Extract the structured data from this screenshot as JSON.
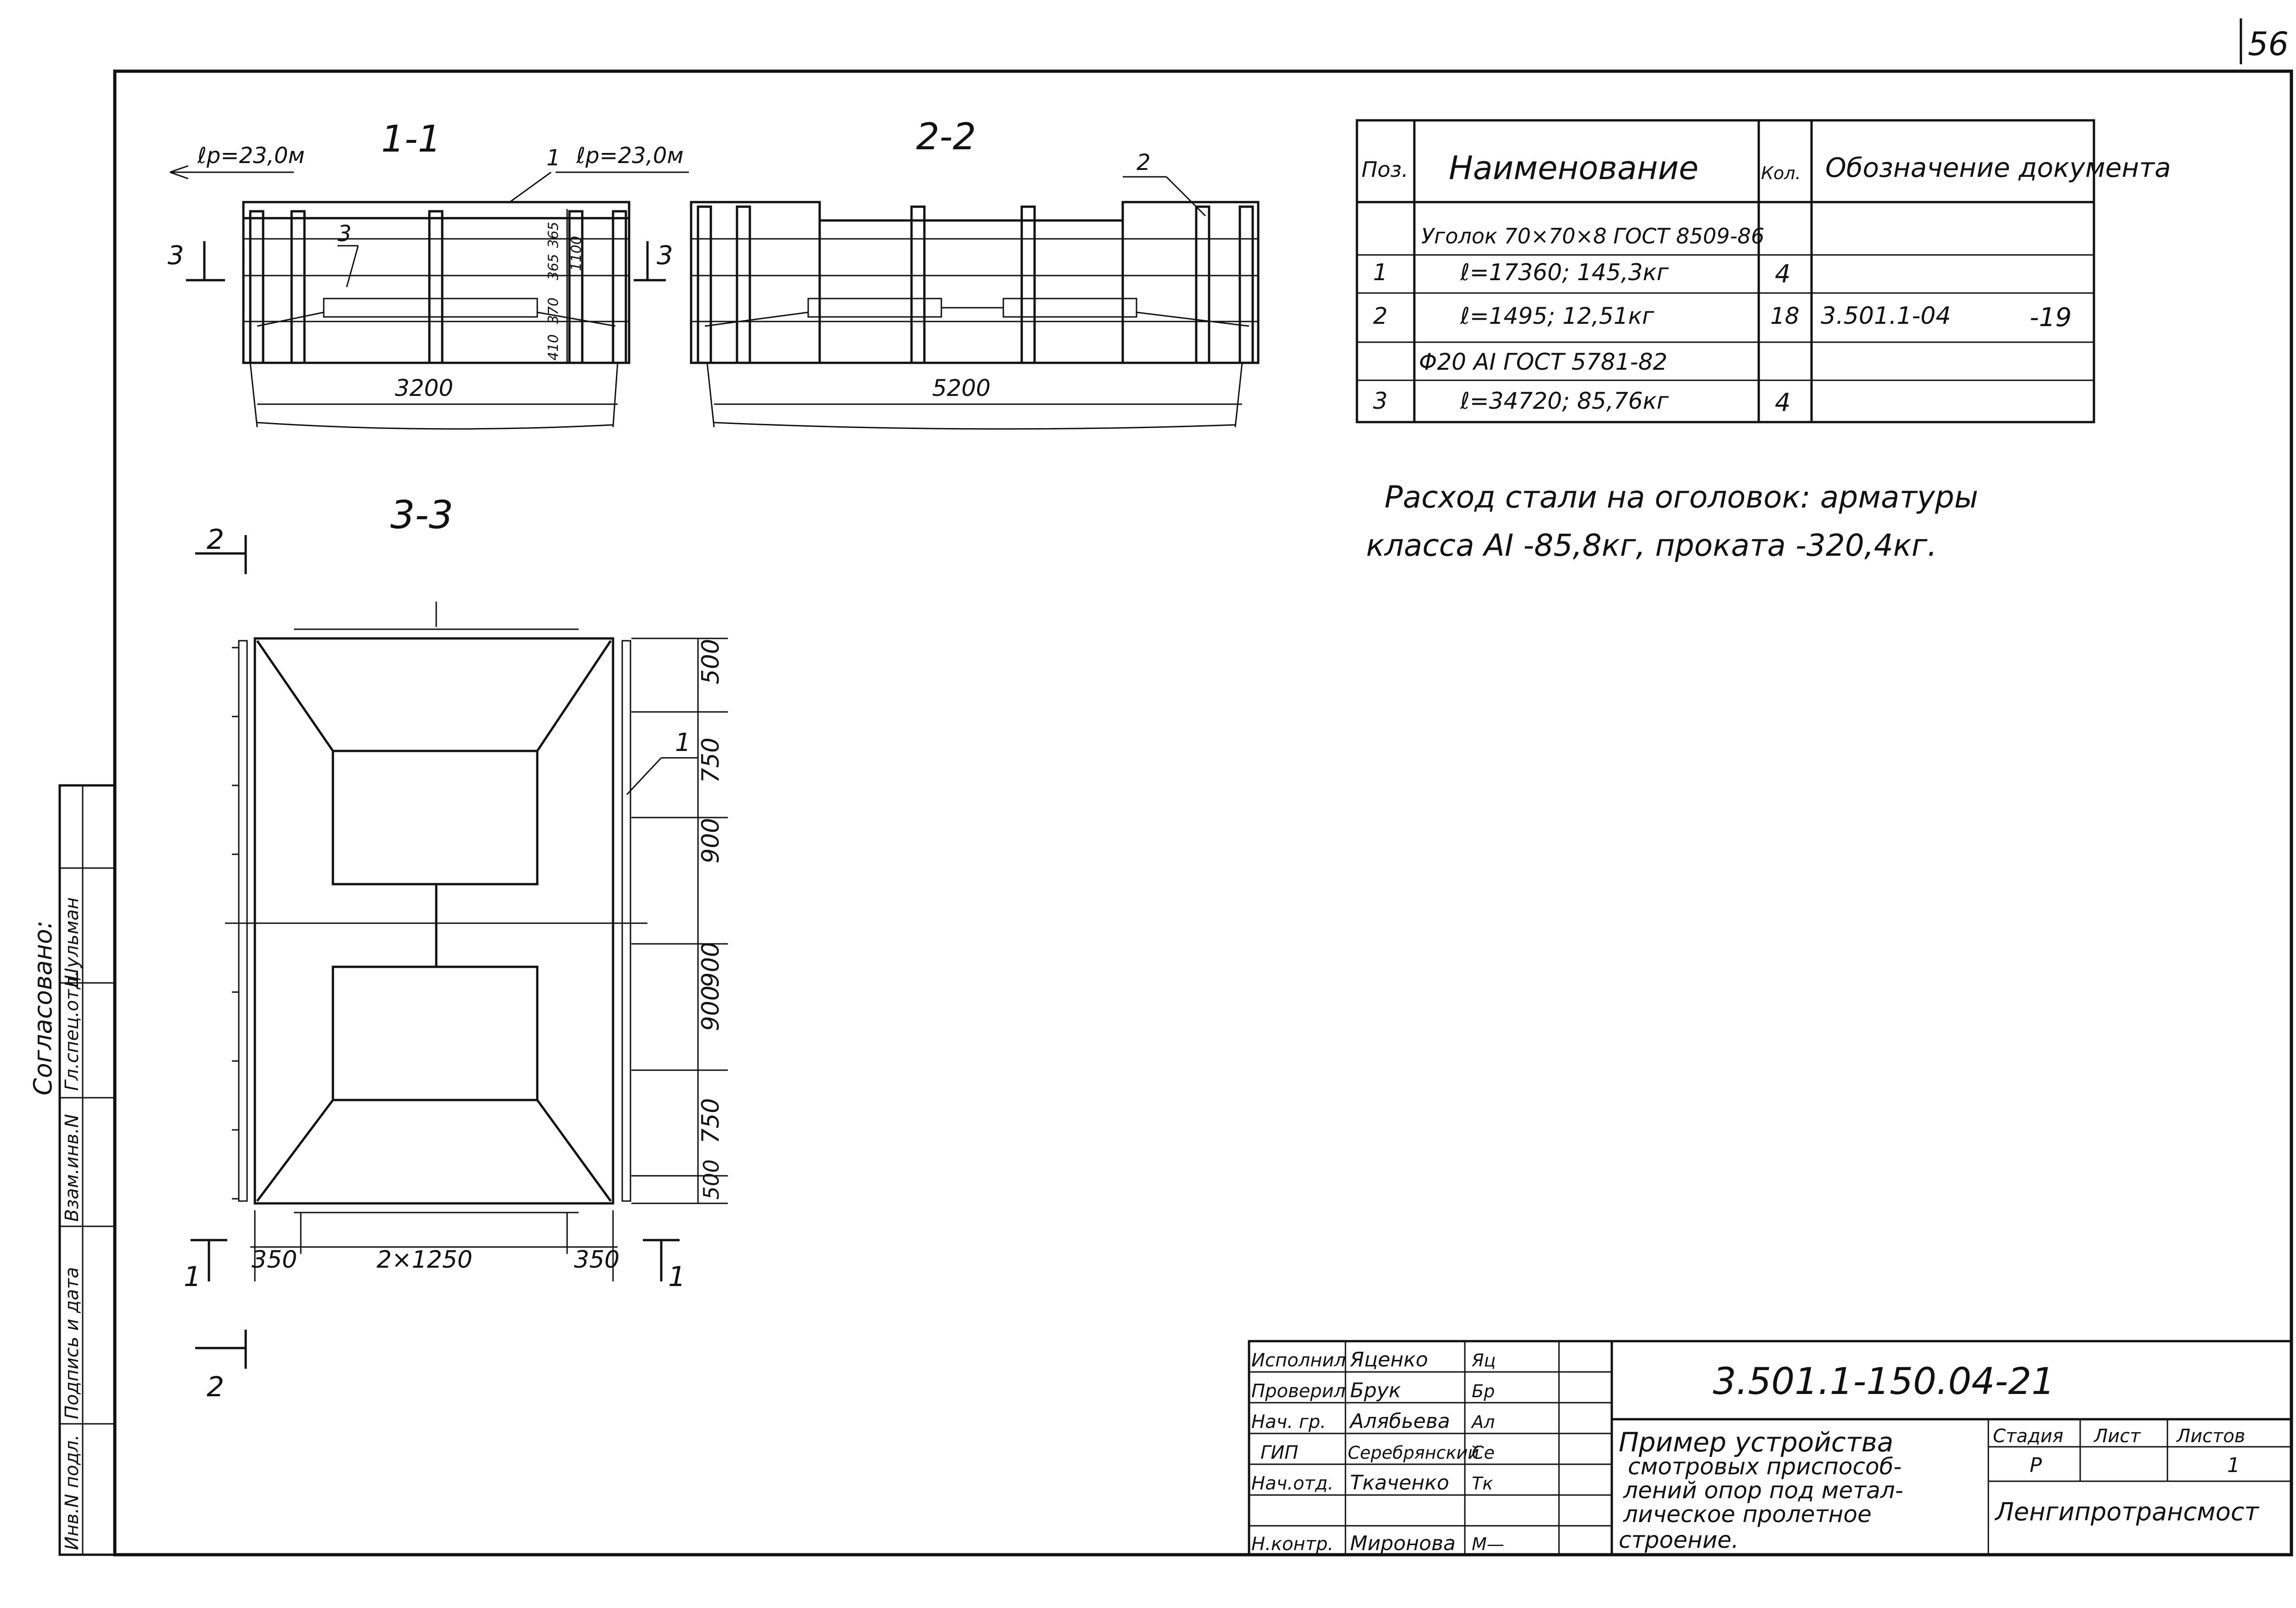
{
  "page_number": "56",
  "sections": {
    "s11": {
      "title": "1-1",
      "marker_left": "ℓр=23,0м",
      "marker_right": "ℓр=23,0м",
      "pos1": "1",
      "pos3": "3",
      "cut_left": "3",
      "cut_right": "3",
      "dim_width": "3200",
      "dim_v1": "365",
      "dim_v2": "365",
      "dim_v3": "370",
      "dim_v4": "410",
      "dim_v5": "1100"
    },
    "s22": {
      "title": "2-2",
      "pos2": "2",
      "dim_width": "5200"
    },
    "s33": {
      "title": "3-3",
      "pos1": "1",
      "cut_top": "2",
      "cut_bottom": "2",
      "cut_left": "1",
      "cut_right": "1",
      "dims_right": [
        "500",
        "750",
        "900",
        "900",
        "900",
        "750",
        "500"
      ],
      "dims_bottom": [
        "350",
        "2×1250",
        "350"
      ]
    }
  },
  "spec_table": {
    "headers": {
      "pos": "Поз.",
      "name": "Наименование",
      "qty": "Кол.",
      "doc": "Обозначение документа"
    },
    "rows": [
      {
        "pos": "",
        "name": "Уголок 70×70×8 ГОСТ 8509-86",
        "qty": "",
        "doc": "",
        "doc2": ""
      },
      {
        "pos": "1",
        "name": "ℓ=17360; 145,3кг",
        "qty": "4",
        "doc": "",
        "doc2": ""
      },
      {
        "pos": "2",
        "name": "ℓ=1495; 12,51кг",
        "qty": "18",
        "doc": "3.501.1-04",
        "doc2": "-19"
      },
      {
        "pos": "",
        "name": "Φ20 AI ГОСТ 5781-82",
        "qty": "",
        "doc": "",
        "doc2": ""
      },
      {
        "pos": "3",
        "name": "ℓ=34720; 85,76кг",
        "qty": "4",
        "doc": "",
        "doc2": ""
      }
    ]
  },
  "note": {
    "line1": "Расход стали на оголовок: арматуры",
    "line2": "класса AI -85,8кг, проката -320,4кг."
  },
  "side_stamp": {
    "agreed": "Согласовано:",
    "dept": "Гл.спец.отд.",
    "dept_name": "Шульман",
    "vzam": "Взам.инв.N",
    "podpis": "Подпись и дата",
    "inv": "Инв.N подл."
  },
  "title_block": {
    "code": "3.501.1-150.04-21",
    "roles": [
      {
        "role": "Исполнил",
        "name": "Яценко",
        "sign": "Яц"
      },
      {
        "role": "Проверил",
        "name": "Брук",
        "sign": "Бр"
      },
      {
        "role": "Нач. гр.",
        "name": "Алябьева",
        "sign": "Ал"
      },
      {
        "role": "ГИП",
        "name": "Серебрянский",
        "sign": "Се"
      },
      {
        "role": "Нач.отд.",
        "name": "Ткаченко",
        "sign": "Тк"
      },
      {
        "role": "",
        "name": "",
        "sign": ""
      },
      {
        "role": "Н.контр.",
        "name": "Миронова",
        "sign": "М—"
      }
    ],
    "description": [
      "Пример устройства",
      "смотровых приспособ-",
      "лений опор под метал-",
      "лическое пролетное",
      "строение."
    ],
    "stage_label": "Стадия",
    "sheet_label": "Лист",
    "sheets_label": "Листов",
    "stage": "Р",
    "sheet": "",
    "sheets": "1",
    "org": "Ленгипротрансмост"
  }
}
